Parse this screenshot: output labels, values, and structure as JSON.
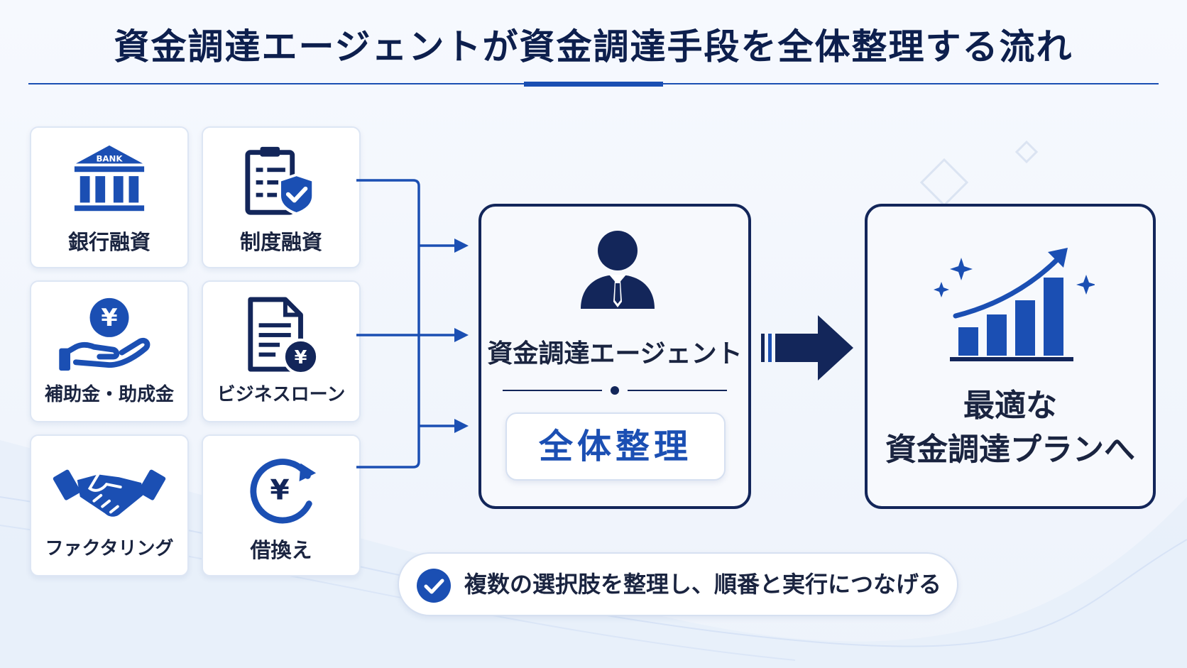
{
  "title": "資金調達エージェントが資金調達手段を全体整理する流れ",
  "cards": [
    {
      "label": "銀行融資",
      "icon": "bank-icon",
      "icon_text": "BANK"
    },
    {
      "label": "制度融資",
      "icon": "clipboard-shield-icon"
    },
    {
      "label": "補助金・助成金",
      "icon": "yen-coin-hand-icon",
      "icon_text": "¥"
    },
    {
      "label": "ビジネスローン",
      "icon": "document-yen-icon",
      "icon_text": "¥"
    },
    {
      "label": "ファクタリング",
      "icon": "handshake-icon"
    },
    {
      "label": "借換え",
      "icon": "yen-refresh-icon",
      "icon_text": "¥"
    }
  ],
  "agent": {
    "icon": "person-icon",
    "name": "資金調達エージェント",
    "summary": "全体整理"
  },
  "result": {
    "icon": "growth-chart-icon",
    "line1": "最適な",
    "line2": "資金調達プランへ"
  },
  "footer": {
    "icon": "check-circle-icon",
    "text": "複数の選択肢を整理し、順番と実行につなげる"
  },
  "colors": {
    "navy": "#13265a",
    "accent": "#1b4fb3",
    "card_border": "#dde6f4"
  }
}
